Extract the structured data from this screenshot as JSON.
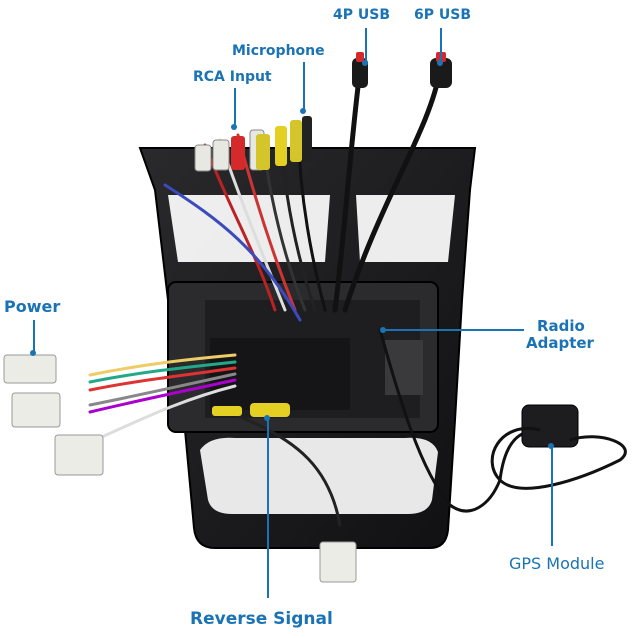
{
  "labels": {
    "usb4": "4P USB",
    "usb6": "6P USB",
    "microphone": "Microphone",
    "rca": "RCA Input",
    "power": "Power",
    "radio_line1": "Radio",
    "radio_line2": "Adapter",
    "gps": "GPS Module",
    "reverse": "Reverse Signal"
  },
  "colors": {
    "accent": "#1a73b5",
    "frame": "#1c1c1e",
    "connector": "#e8e8e2"
  }
}
